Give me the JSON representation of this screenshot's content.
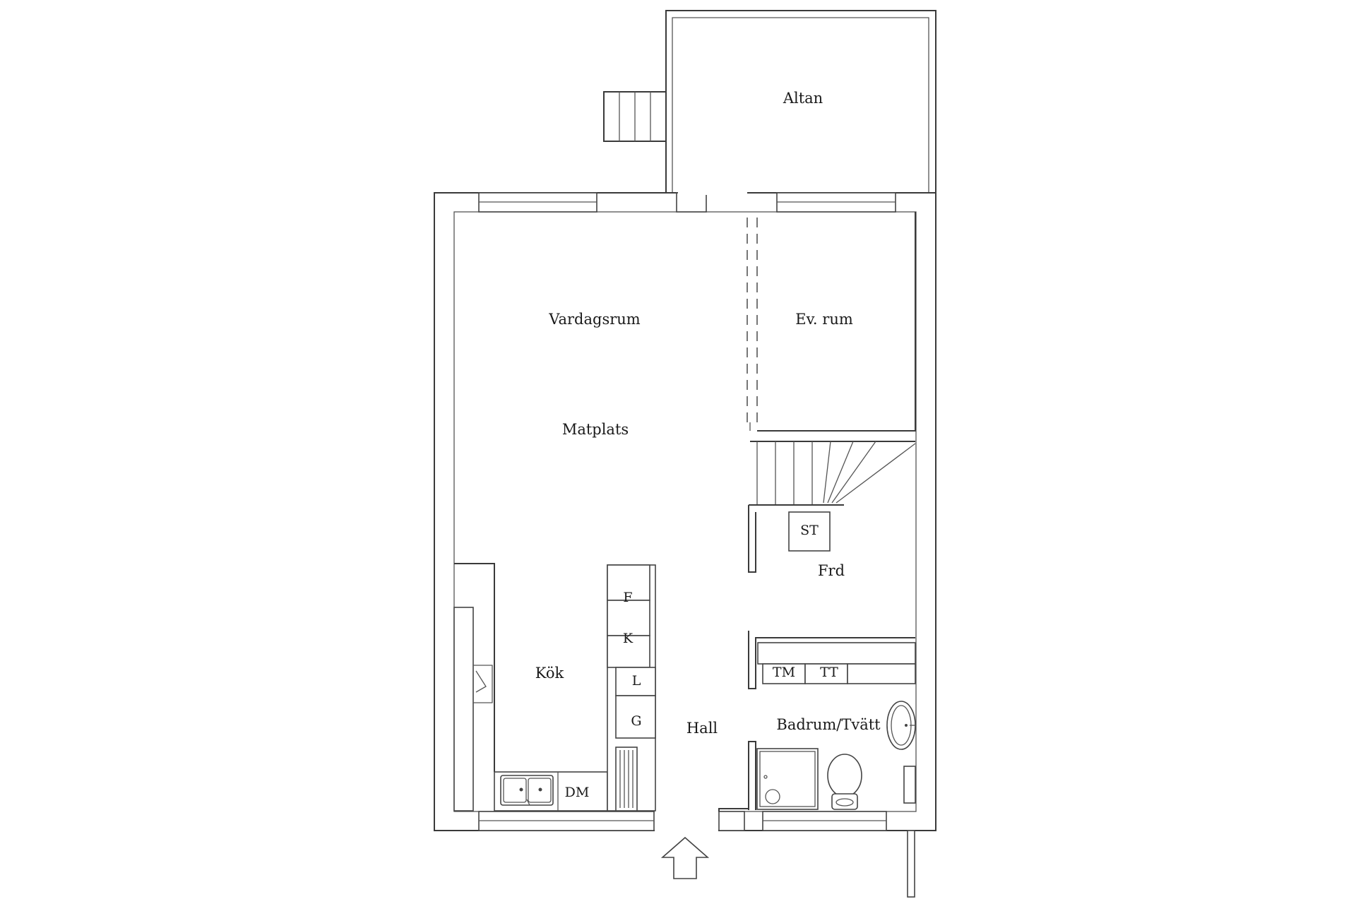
{
  "rooms": {
    "altan": "Altan",
    "vardagsrum": "Vardagsrum",
    "ev_rum": "Ev. rum",
    "matplats": "Matplats",
    "kok": "Kök",
    "frd": "Frd",
    "hall": "Hall",
    "badrum": "Badrum/Tvätt"
  },
  "appliances": {
    "st": "ST",
    "f": "F",
    "k": "K",
    "l": "L",
    "g": "G",
    "tm": "TM",
    "tt": "TT",
    "dm": "DM"
  },
  "icons": {
    "entrance": "entrance-arrow-icon",
    "sink": "double-sink-icon",
    "toilet": "toilet-icon",
    "washbasin": "washbasin-icon",
    "shower": "shower-icon",
    "stairs": "stairs-icon"
  }
}
